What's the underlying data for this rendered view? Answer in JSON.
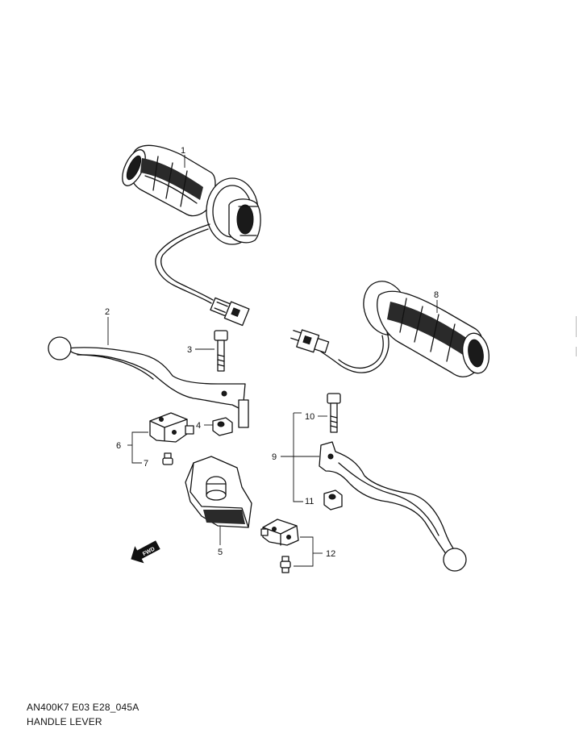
{
  "diagram": {
    "callouts": [
      "1",
      "2",
      "3",
      "4",
      "5",
      "6",
      "7",
      "8",
      "9",
      "10",
      "11",
      "12"
    ],
    "direction_mark": "FWD"
  },
  "caption": {
    "code": "AN400K7 E03 E28_045A",
    "title": "HANDLE LEVER"
  }
}
